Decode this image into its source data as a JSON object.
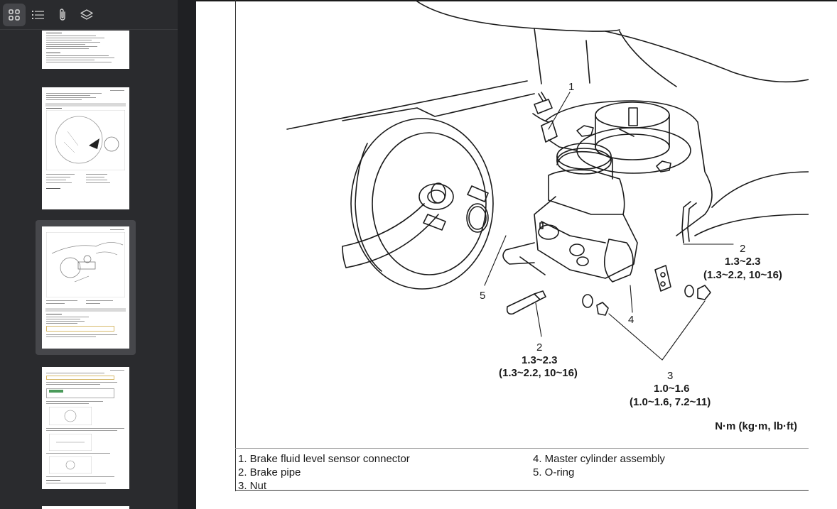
{
  "toolbar": {
    "buttons": [
      {
        "name": "thumbnails-icon",
        "active": true
      },
      {
        "name": "outline-icon",
        "active": false
      },
      {
        "name": "attachments-icon",
        "active": false
      },
      {
        "name": "layers-icon",
        "active": false
      }
    ]
  },
  "figure": {
    "callouts": {
      "c1": "1",
      "c2_right_num": "2",
      "c2_right_val": "1.3~2.3",
      "c2_right_sub": "(1.3~2.2, 10~16)",
      "c5": "5",
      "c4": "4",
      "c2_left_num": "2",
      "c2_left_val": "1.3~2.3",
      "c2_left_sub": "(1.3~2.2, 10~16)",
      "c3_num": "3",
      "c3_val": "1.0~1.6",
      "c3_sub": "(1.0~1.6, 7.2~11)"
    },
    "unit": "N·m (kg·m, lb·ft)"
  },
  "legend": {
    "col1": [
      "1. Brake fluid level sensor connector",
      "2. Brake pipe",
      "3. Nut"
    ],
    "col2": [
      "4. Master cylinder assembly",
      "5. O-ring"
    ]
  }
}
